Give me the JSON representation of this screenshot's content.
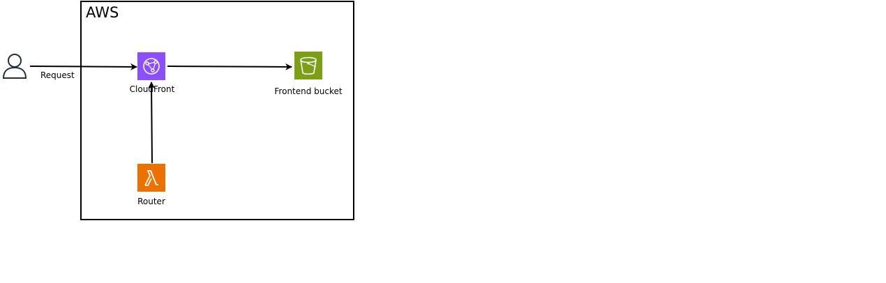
{
  "group": {
    "label": "AWS"
  },
  "nodes": {
    "user": {
      "icon": "user-icon"
    },
    "cloudfront": {
      "label": "CloudFront",
      "icon": "cloudfront-icon",
      "color": "#8C4FFF"
    },
    "bucket": {
      "label": "Frontend bucket",
      "icon": "s3-bucket-icon",
      "color": "#7AA116"
    },
    "router": {
      "label": "Router",
      "icon": "lambda-icon",
      "color": "#ED7100"
    }
  },
  "edges": {
    "request": {
      "label": "Request"
    }
  }
}
